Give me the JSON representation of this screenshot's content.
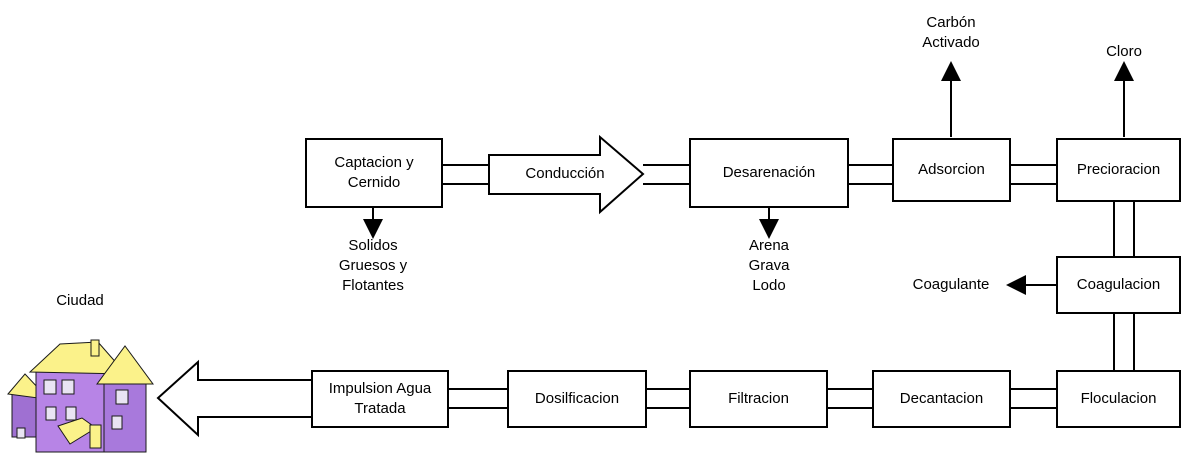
{
  "process_steps": {
    "captacion": "Captacion y\nCernido",
    "conduccion": "Conducción",
    "desarenacion": "Desarenación",
    "adsorcion": "Adsorcion",
    "precloracion": "Precioracion",
    "coagulacion": "Coagulacion",
    "floculacion": "Floculacion",
    "decantacion": "Decantacion",
    "filtracion": "Filtracion",
    "dosificacion": "Dosilficacion",
    "impulsion": "Impulsion Agua\nTratada"
  },
  "outputs": {
    "solidos": "Solidos\nGruesos y\nFlotantes",
    "arena": "Arena\nGrava\nLodo",
    "carbon": "Carbón\nActivado",
    "cloro": "Cloro",
    "coagulante": "Coagulante"
  },
  "destination": {
    "ciudad": "Ciudad"
  },
  "colors": {
    "house_walls": "#b784e6",
    "house_roof": "#fbf28a",
    "stroke": "#000000"
  }
}
